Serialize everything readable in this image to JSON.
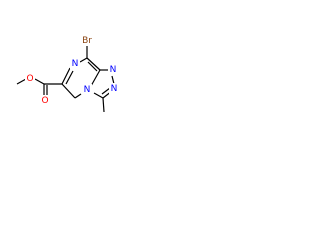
{
  "molecule": {
    "atoms": {
      "br": {
        "label": "Br",
        "color": "#8B4513"
      },
      "n_pyrazine": {
        "label": "N",
        "color": "#0000FF"
      },
      "n_triazole_1": {
        "label": "N",
        "color": "#0000FF"
      },
      "n_triazole_2": {
        "label": "N",
        "color": "#0000FF"
      },
      "n_bridge": {
        "label": "N",
        "color": "#0000FF"
      },
      "o_ester": {
        "label": "O",
        "color": "#FF0000"
      },
      "o_carbonyl": {
        "label": "O",
        "color": "#FF0000"
      }
    }
  }
}
